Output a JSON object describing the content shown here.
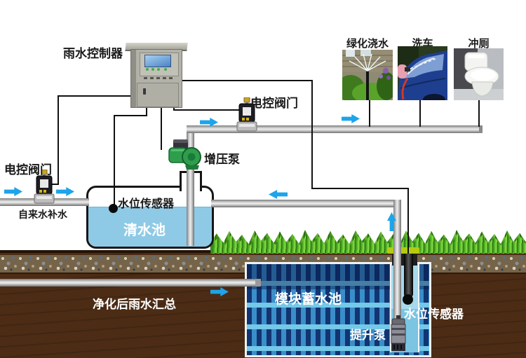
{
  "controller": {
    "label": "雨水控制器"
  },
  "valves": {
    "left_label": "电控阀门",
    "right_label": "电控阀门"
  },
  "pumps": {
    "booster_label": "增压泵",
    "lift_label": "提升泵"
  },
  "sensors": {
    "clean_tank_label": "水位传感器",
    "storage_tank_label": "水位传感器"
  },
  "tanks": {
    "clean_label": "清水池",
    "storage_label": "模块蓄水池"
  },
  "supply": {
    "tap_water_label": "自来水补水",
    "inflow_label": "净化后雨水汇总"
  },
  "end_uses": [
    {
      "label": "绿化浇水"
    },
    {
      "label": "洗车"
    },
    {
      "label": "冲厕"
    }
  ],
  "colors": {
    "arrow_blue": "#1da4ea",
    "water_blue": "#8ecae6",
    "module_blue": "#3a8ec9",
    "grass_green": "#54b62c",
    "soil_brown": "#4c2c15",
    "pump_green": "#2f9e4c",
    "cabinet_gray": "#b3b2a9"
  }
}
